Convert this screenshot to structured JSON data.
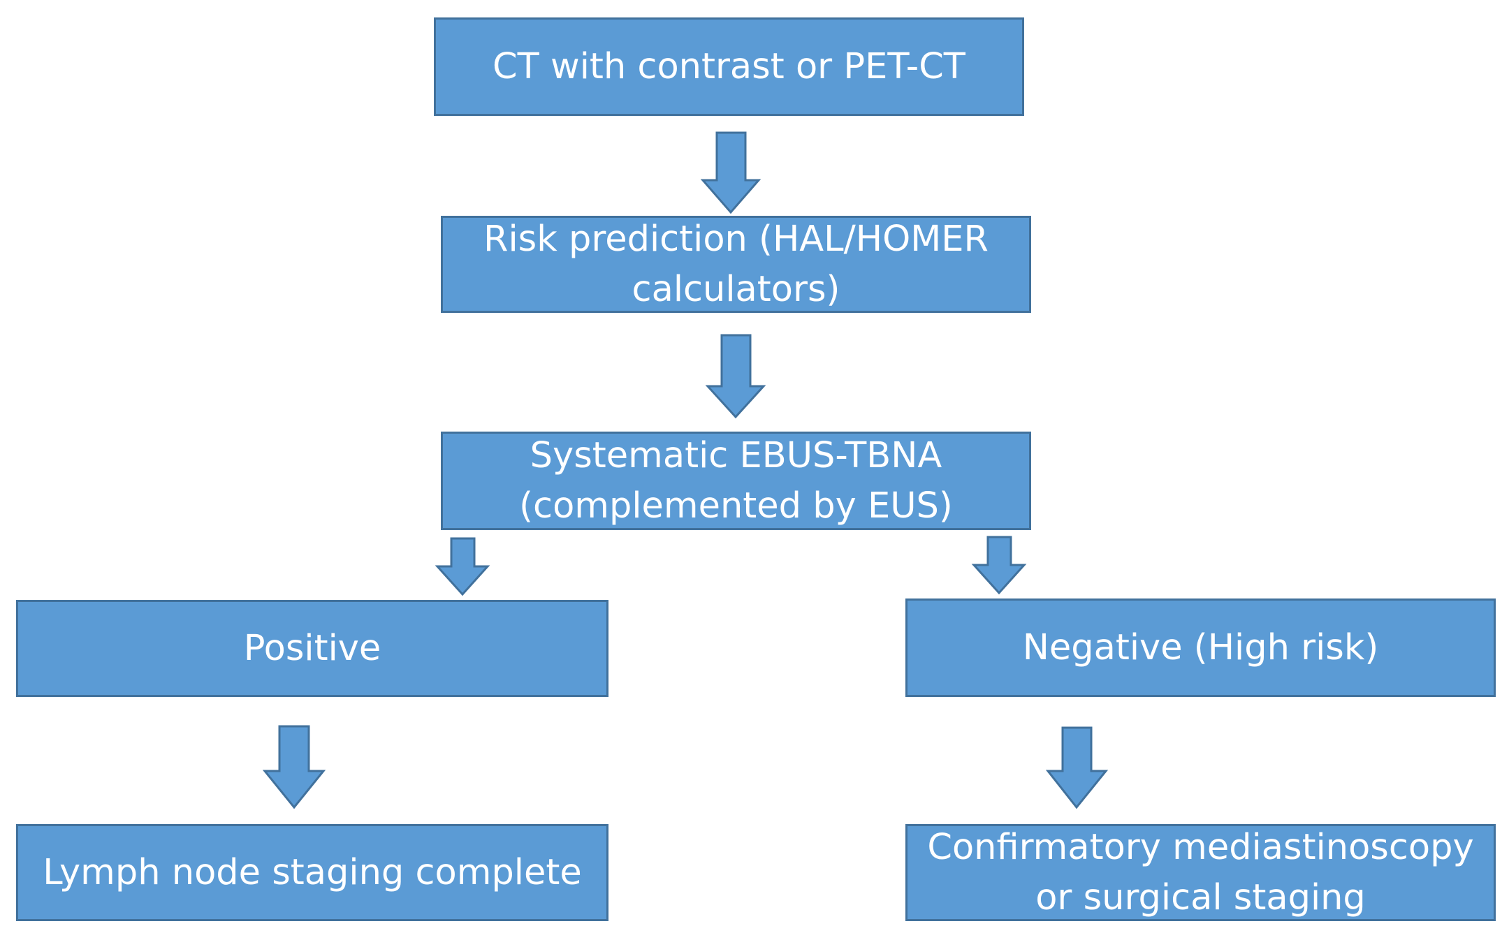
{
  "colors": {
    "box_fill": "#5b9bd5",
    "box_border": "#41719c",
    "text": "#ffffff",
    "background": "#ffffff"
  },
  "nodes": {
    "imaging": {
      "lines": [
        "CT with contrast or PET-CT"
      ]
    },
    "risk": {
      "lines": [
        "Risk prediction (HAL/HOMER",
        "calculators)"
      ]
    },
    "ebus": {
      "lines": [
        "Systematic EBUS-TBNA",
        "(complemented by EUS)"
      ]
    },
    "positive": {
      "lines": [
        "Positive"
      ]
    },
    "negative": {
      "lines": [
        "Negative (High risk)"
      ]
    },
    "complete": {
      "lines": [
        "Lymph node staging complete"
      ]
    },
    "mediastinoscopy": {
      "lines": [
        "Confirmatory mediastinoscopy",
        "or surgical staging"
      ]
    }
  },
  "edges": [
    {
      "from": "imaging",
      "to": "risk"
    },
    {
      "from": "risk",
      "to": "ebus"
    },
    {
      "from": "ebus",
      "to": "positive"
    },
    {
      "from": "ebus",
      "to": "negative"
    },
    {
      "from": "positive",
      "to": "complete"
    },
    {
      "from": "negative",
      "to": "mediastinoscopy"
    }
  ]
}
